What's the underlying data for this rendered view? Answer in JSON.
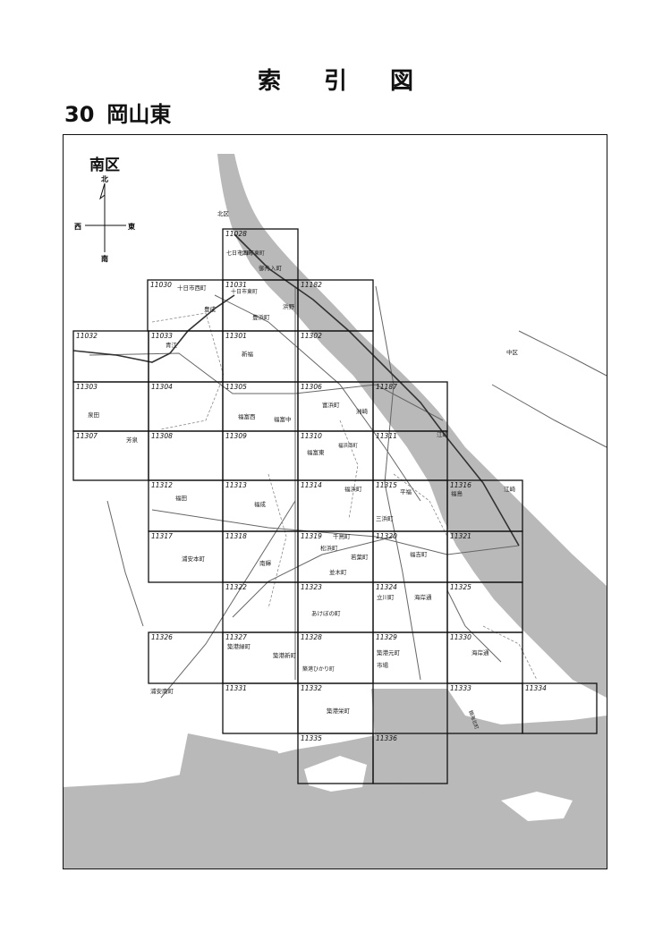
{
  "page": {
    "title": "索引図",
    "number": "30",
    "area_name": "岡山東"
  },
  "map": {
    "region": "南区",
    "compass": {
      "north": "北",
      "south": "南",
      "east": "東",
      "west": "西"
    },
    "outside_labels": {
      "north_ward": "北区",
      "naka_ward": "中区"
    },
    "sheets": [
      "11028",
      "11030",
      "11031",
      "11182",
      "11032",
      "11033",
      "11301",
      "11302",
      "11303",
      "11304",
      "11305",
      "11306",
      "11187",
      "11307",
      "11308",
      "11309",
      "11310",
      "11311",
      "11312",
      "11313",
      "11314",
      "11315",
      "11316",
      "11317",
      "11318",
      "11319",
      "11320",
      "11321",
      "11322",
      "11323",
      "11324",
      "11325",
      "11326",
      "11327",
      "11328",
      "11329",
      "11330",
      "11331",
      "11332",
      "11333",
      "11334",
      "11335",
      "11336"
    ],
    "place_names": [
      "七日市西町",
      "七日市東町",
      "御舟入町",
      "十日市西町",
      "十日市東町",
      "豊成",
      "豊浜町",
      "浜野",
      "青江",
      "新福",
      "泉田",
      "福富西",
      "福富中",
      "富浜町",
      "洲崎",
      "芳泉",
      "福富東",
      "福浜西町",
      "江崎",
      "福田",
      "福成",
      "福浜町",
      "平福",
      "三浜町",
      "福島",
      "浦安本町",
      "南輝",
      "千鳥町",
      "松浜町",
      "若葉町",
      "並木町",
      "福吉町",
      "あけぼの町",
      "立川町",
      "海岸通",
      "築港緑町",
      "築港新町",
      "築港ひかり町",
      "築港元町",
      "市場",
      "浦安南町",
      "築港栄町",
      "錦海北町"
    ],
    "colors": {
      "sea": "#b9b9b9",
      "grid": "#111111",
      "road": "#666666"
    }
  }
}
